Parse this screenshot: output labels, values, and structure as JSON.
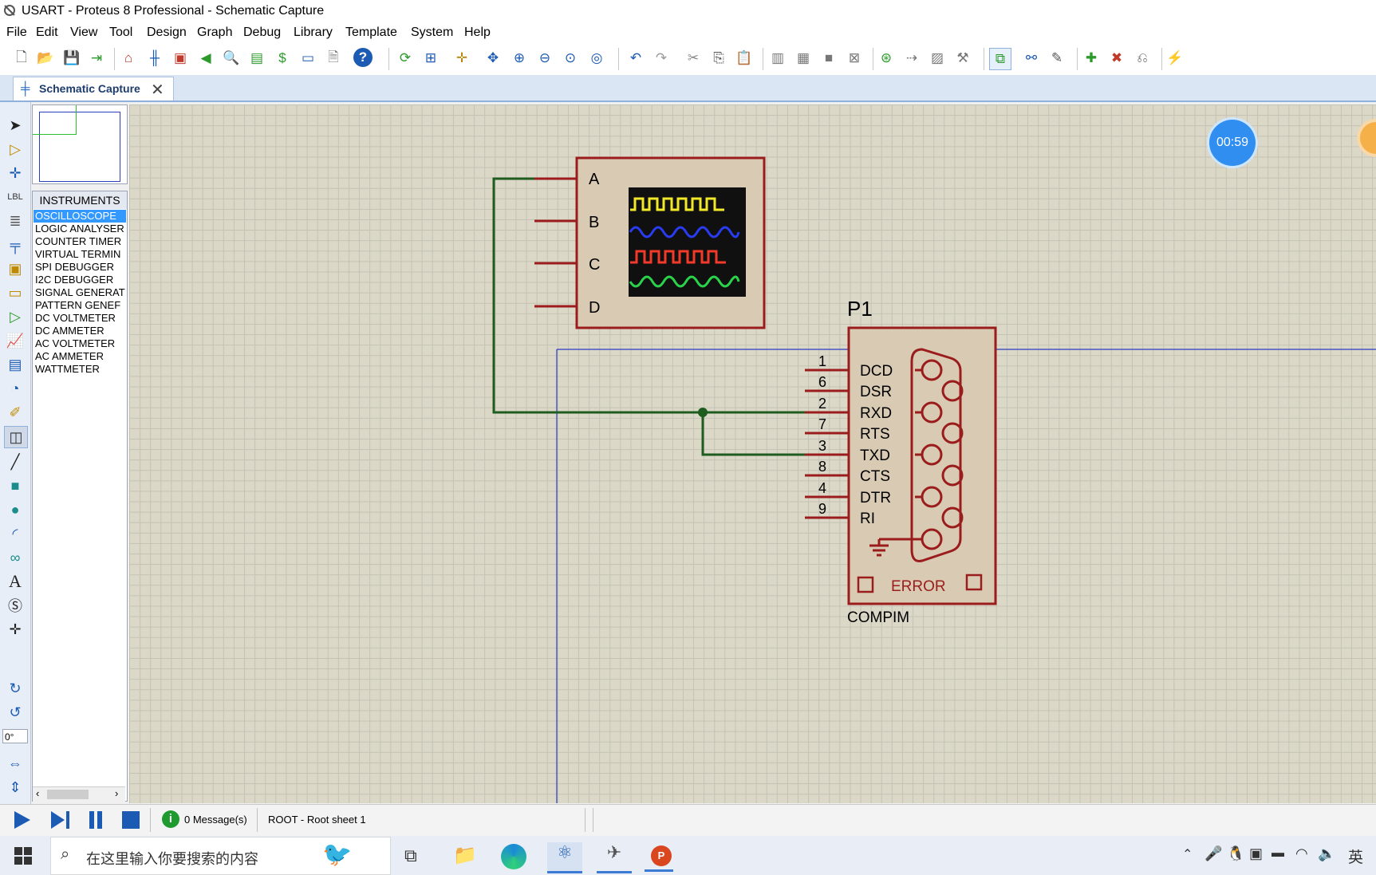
{
  "window": {
    "title": "USART - Proteus 8 Professional - Schematic Capture",
    "icon": "proteus-app-icon"
  },
  "menu": [
    "File",
    "Edit",
    "View",
    "Tool",
    "Design",
    "Graph",
    "Debug",
    "Library",
    "Template",
    "System",
    "Help"
  ],
  "tab": {
    "label": "Schematic Capture",
    "close": "✕"
  },
  "device_panel": {
    "header": "INSTRUMENTS",
    "items": [
      "OSCILLOSCOPE",
      "LOGIC ANALYSER",
      "COUNTER TIMER",
      "VIRTUAL TERMIN",
      "SPI DEBUGGER",
      "I2C DEBUGGER",
      "SIGNAL GENERAT",
      "PATTERN GENEF",
      "DC VOLTMETER",
      "DC AMMETER",
      "AC VOLTMETER",
      "AC AMMETER",
      "WATTMETER"
    ],
    "selected": "OSCILLOSCOPE"
  },
  "rotation": "0°",
  "schematic": {
    "scope_channels": [
      "A",
      "B",
      "C",
      "D"
    ],
    "component_ref": "P1",
    "component_name": "COMPIM",
    "pins": [
      {
        "num": "1",
        "name": "DCD"
      },
      {
        "num": "6",
        "name": "DSR"
      },
      {
        "num": "2",
        "name": "RXD"
      },
      {
        "num": "7",
        "name": "RTS"
      },
      {
        "num": "3",
        "name": "TXD"
      },
      {
        "num": "8",
        "name": "CTS"
      },
      {
        "num": "4",
        "name": "DTR"
      },
      {
        "num": "9",
        "name": "RI"
      }
    ],
    "error_label": "ERROR"
  },
  "timer": "00:59",
  "status": {
    "messages": "0 Message(s)",
    "sheet": "ROOT - Root sheet 1"
  },
  "taskbar": {
    "search_placeholder": "在这里输入你要搜索的内容",
    "lang": "英"
  },
  "colors": {
    "wire": "#1f5c1f",
    "component": "#9b1c1c",
    "component_fill": "#d9cbb3",
    "border_blue": "#2b3cbf"
  }
}
